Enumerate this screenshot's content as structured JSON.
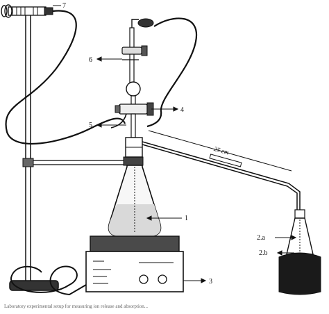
{
  "labels": {
    "l1": "1",
    "l2a": "2.a",
    "l2b": "2.b",
    "l3": "3",
    "l4": "4",
    "l5": "5",
    "l6": "6",
    "l7": "7",
    "distance": "25 cm"
  },
  "caption_partial": "Laboratory experimental setup for measuring ion release and absorption...",
  "colors": {
    "ink": "#111111",
    "glass": "#f7f7f7",
    "liquid": "#d9d9d9",
    "dark": "#1a1a1a",
    "plate": "#4a4a4a"
  }
}
